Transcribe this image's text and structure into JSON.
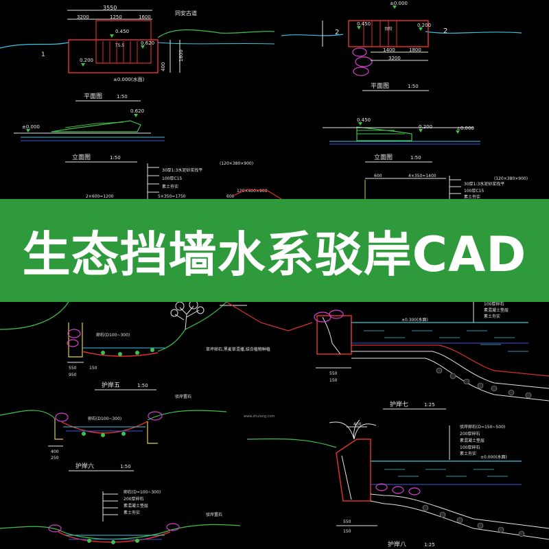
{
  "banner": {
    "title": "生态挡墙水系驳岸CAD"
  },
  "colors": {
    "background": "#000000",
    "banner": "#2f9a3b",
    "cad_white": "#e8e8e8",
    "cad_red": "#e0302e",
    "cad_green": "#3ec24a",
    "cad_cyan": "#38c8e6",
    "cad_yellow": "#e6d23a",
    "cad_magenta": "#d63fd0",
    "cad_blue": "#3a56e0"
  },
  "plan_left": {
    "dims": {
      "total": "3550",
      "d1": "3200",
      "d2": "1250",
      "d3": "1600",
      "d4": "400",
      "d5": "1800"
    },
    "road": "同安古道",
    "levels": {
      "a": "0.450",
      "b": "0.620",
      "c": "0.200"
    },
    "tread": "T5.5",
    "marker": "1",
    "scale_note": "±0.000(水面)"
  },
  "plan_right": {
    "dims": {
      "d1": "1400",
      "d2": "1800",
      "total": "3200"
    },
    "levels": {
      "top": "±0.000",
      "a": "0.450",
      "b": "0.200"
    },
    "markers": [
      "2",
      "2"
    ],
    "label": "台阶"
  },
  "titles": {
    "plan1": "平面图",
    "plan1_scale": "1:50",
    "plan2": "平面图",
    "plan2_scale": "1:50",
    "elev1": "立面图",
    "elev1_scale": "1:50",
    "elev2": "立面图",
    "elev2_scale": "1:50",
    "sec5": "护岸五",
    "sec5_scale": "1:50",
    "sec6": "护岸六",
    "sec6_scale": "1:50",
    "sec7": "护岸七",
    "sec7_scale": "1:25",
    "sec8": "护岸八",
    "sec8_scale": "1:25"
  },
  "elevations": {
    "left_levels": {
      "a": "0.620",
      "b": "±0.000"
    },
    "right_levels": {
      "a": "0.450",
      "b": "0.200",
      "c": "±0.000"
    }
  },
  "notes_left": {
    "dims": [
      "2×600=1200",
      "5×350=1750",
      "600"
    ],
    "items": [
      "(120×380×900)",
      "30厚1:3水泥砂浆找平",
      "100厚C15",
      "素土夯实"
    ],
    "stone": "120×400×900"
  },
  "notes_right": {
    "dims": [
      "600",
      "4×350=1400"
    ],
    "items": [
      "(120×380×900)",
      "30厚1:3水泥砂浆找平",
      "100厚C15",
      "素土夯实"
    ]
  },
  "section_texts": {
    "s5_stone": "卵石(D100~300)",
    "s5_plant": "草坪卵石,黑麦草混播,结合植物种植",
    "s5_dims": [
      "550",
      "150",
      "950"
    ],
    "s6_stone": "卵石(D100~300)",
    "s6_label": "驳岸置石",
    "s6_dims": [
      "400",
      "250"
    ],
    "s7_level": "±0.300(水面)",
    "s7_items": [
      "100厚碎石",
      "素混凝土垫层",
      "素土夯实"
    ],
    "s7_dims": [
      "550",
      "150"
    ],
    "s8_level": "±0.000(水面)",
    "s8_items": [
      "驳岸卵石(D=150~500)",
      "200厚碎石",
      "素混凝土垫层",
      "100厚碎石",
      "素土夯实"
    ],
    "s8_dims": [
      "400",
      "550",
      "150"
    ],
    "bottom_items": [
      "卵石(D=100~300)",
      "200厚碎石",
      "素混凝土垫层",
      "素土夯实"
    ],
    "bottom_label": "驳岸置石",
    "watermark": "www.zhulong.com"
  }
}
